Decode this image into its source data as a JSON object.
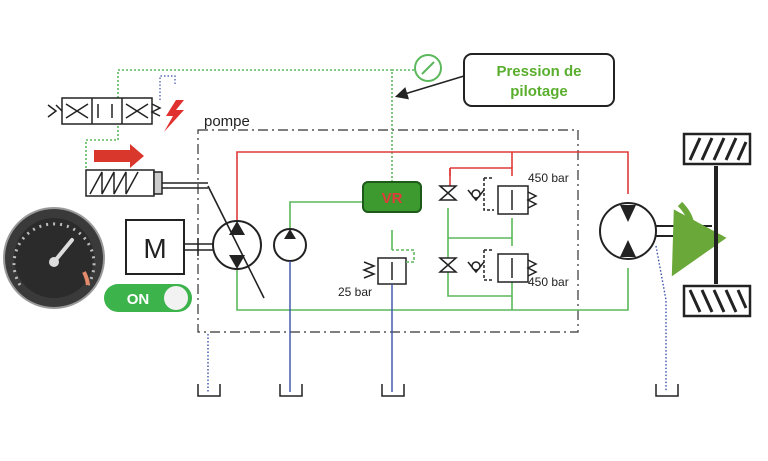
{
  "labels": {
    "pump_group": "pompe",
    "callout_line1": "Pression de",
    "callout_line2": "pilotage",
    "pilot_valve": "VR",
    "relief_top": "450 bar",
    "relief_bottom": "450 bar",
    "pilot_relief": "25 bar",
    "motor": "M",
    "toggle": "ON"
  },
  "colors": {
    "high_pressure": "#e03a3a",
    "low_pressure": "#5cb85c",
    "pilot_line": "#5cb85c",
    "drain_line": "#3a4fa8",
    "callout_text": "#5aae2e",
    "vr_fill": "#3c9a2f",
    "vr_text": "#e03a3a",
    "toggle_fill": "#3cb44b",
    "solenoid_arrow": "#d9362c",
    "lightning": "#e03030",
    "rotation_arrow": "#6aa83a"
  },
  "icons": {
    "pressure_gauge": "pressure-gauge-icon",
    "speedometer": "speedometer-icon",
    "electric_motor": "motor-icon",
    "wheel_axle": "wheel-axle-icon",
    "lightning": "lightning-icon",
    "tank": "tank-icon"
  }
}
